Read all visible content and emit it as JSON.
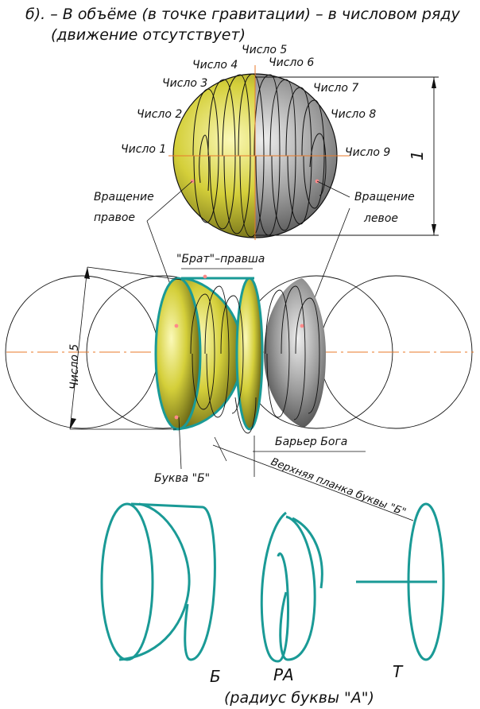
{
  "title": {
    "line1": "б). – В объёме (в точке гравитации) – в числовом ряду",
    "line2": "(движение отсутствует)"
  },
  "sphere_labels": {
    "n1": "Число 1",
    "n2": "Число 2",
    "n3": "Число 3",
    "n4": "Число 4",
    "n5": "Число 5",
    "n6": "Число 6",
    "n7": "Число 7",
    "n8": "Число 8",
    "n9": "Число 9",
    "rot_right_1": "Вращение",
    "rot_right_2": "правое",
    "rot_left_1": "Вращение",
    "rot_left_2": "левое",
    "dimension": "1"
  },
  "middle_labels": {
    "brat": "\"Брат\"–правша",
    "chislo5": "Число 5",
    "barrier": "Барьер Бога",
    "upper_bar": "Верхняя планка буквы \"Б\"",
    "letter_b": "Буква \"Б\""
  },
  "bottom_labels": {
    "b": "Б",
    "ra": "РА",
    "t": "Т",
    "radius": "(радиус буквы \"А\")"
  },
  "colors": {
    "teal": "#1a9a96",
    "yellow": "#d9d23a",
    "gray": "#8a8a8a",
    "orange": "#e87a2a"
  }
}
